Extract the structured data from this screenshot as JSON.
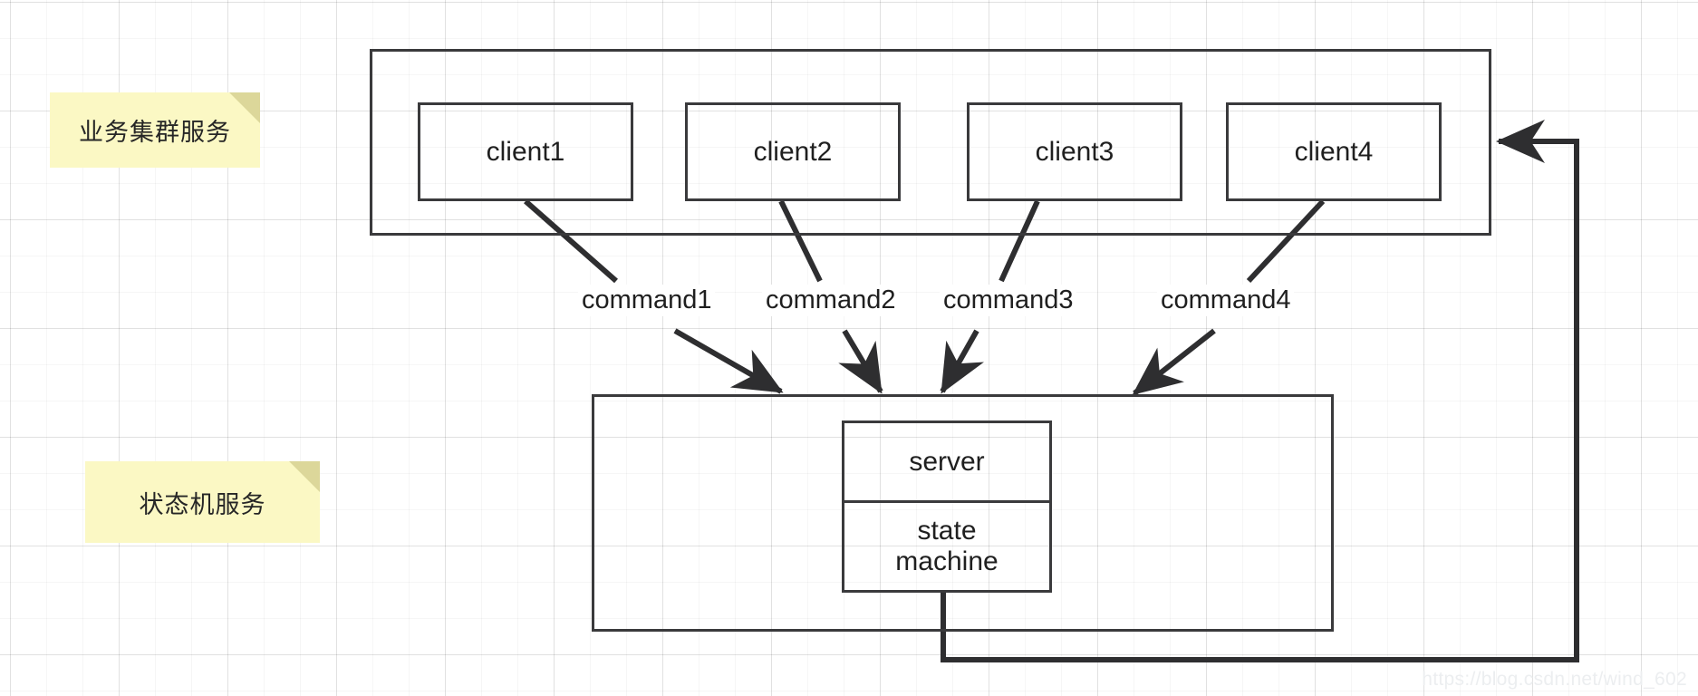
{
  "diagram": {
    "title": "Raft / state machine replication diagram",
    "stroke_color": "#3a3a3c",
    "text_color": "#1f1f1f",
    "sticky_color": "#fbf8c4",
    "sticky_fold_color": "#dcd79a",
    "grid_color": "#e8e8e8"
  },
  "notes": [
    {
      "id": "cluster",
      "label": "业务集群服务"
    },
    {
      "id": "state-machine",
      "label": "状态机服务"
    }
  ],
  "cluster": {
    "clients": [
      {
        "label": "client1"
      },
      {
        "label": "client2"
      },
      {
        "label": "client3"
      },
      {
        "label": "client4"
      }
    ]
  },
  "commands": [
    {
      "label": "command1"
    },
    {
      "label": "command2"
    },
    {
      "label": "command3"
    },
    {
      "label": "command4"
    }
  ],
  "server": {
    "top_label": "server",
    "bottom_label_line1": "state",
    "bottom_label_line2": "machine",
    "bottom_label": "state machine"
  },
  "feedback": {
    "description": "state machine result returned to business cluster service",
    "arrow_direction": "left"
  },
  "watermark": {
    "text": "https://blog.csdn.net/wind_602"
  }
}
